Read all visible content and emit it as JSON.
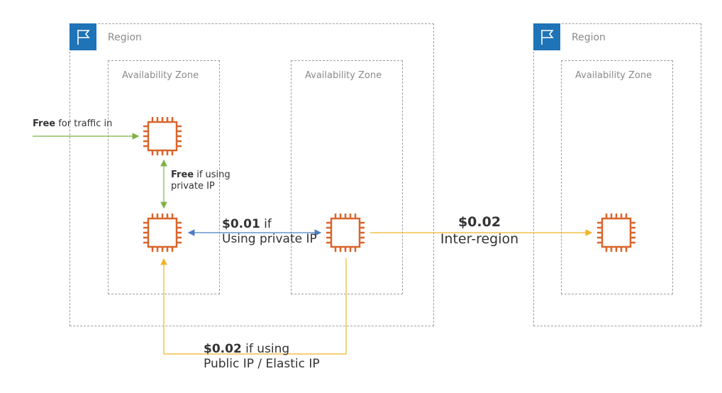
{
  "regions": [
    {
      "label": "Region",
      "zones": [
        {
          "label": "Availability Zone"
        },
        {
          "label": "Availability Zone"
        }
      ]
    },
    {
      "label": "Region",
      "zones": [
        {
          "label": "Availability Zone"
        }
      ]
    }
  ],
  "icons": {
    "region": "region-flag-icon",
    "instance": "ec2-instance-icon"
  },
  "labels": {
    "traffic_in": {
      "bold": "Free",
      "text": " for traffic in"
    },
    "private_same_az": {
      "bold": "Free",
      "text": " if using",
      "line2": "private IP"
    },
    "private_cross_az": {
      "bold": "$0.01",
      "text": " if",
      "line2": "Using private IP"
    },
    "inter_region": {
      "bold": "$0.02",
      "line2": "Inter-region"
    },
    "public_ip": {
      "bold": "$0.02",
      "text": " if using",
      "line2": "Public IP / Elastic IP"
    }
  },
  "colors": {
    "green": "#7cb342",
    "blue": "#4a7fc1",
    "orange": "#f0b429",
    "chip": "#d9652b",
    "flag": "#1f73b7"
  }
}
